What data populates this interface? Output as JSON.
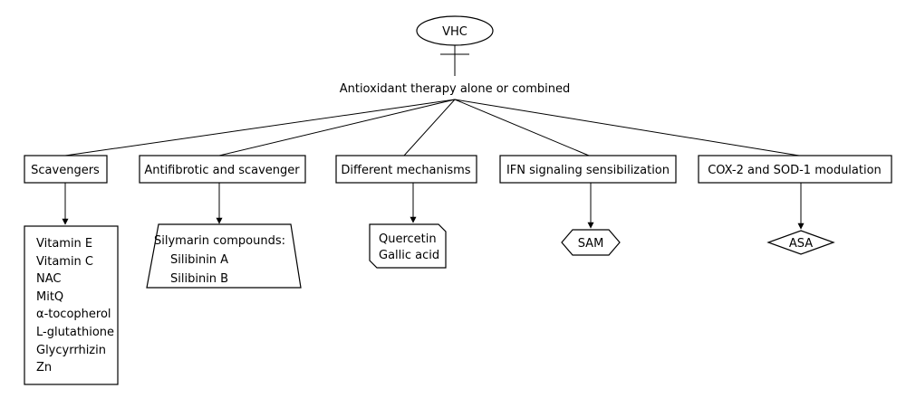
{
  "root": {
    "label": "VHC"
  },
  "inhibition": {
    "label": "Antioxidant therapy alone or combined"
  },
  "categories": [
    {
      "label": "Scavengers"
    },
    {
      "label": "Antifibrotic and scavenger"
    },
    {
      "label": "Different mechanisms"
    },
    {
      "label": "IFN signaling sensibilization"
    },
    {
      "label": "COX-2 and SOD-1 modulation"
    }
  ],
  "scavengers_list": {
    "items": [
      "Vitamin E",
      "Vitamin C",
      "NAC",
      "MitQ",
      "α-tocopherol",
      "L-glutathione",
      "Glycyrrhizin",
      "Zn"
    ]
  },
  "silymarin": {
    "title": "Silymarin compounds:",
    "items": [
      "Silibinin A",
      "Silibinin B"
    ]
  },
  "different_mechanisms_list": {
    "items": [
      "Quercetin",
      "Gallic acid"
    ]
  },
  "sam": {
    "label": "SAM"
  },
  "asa": {
    "label": "ASA"
  }
}
